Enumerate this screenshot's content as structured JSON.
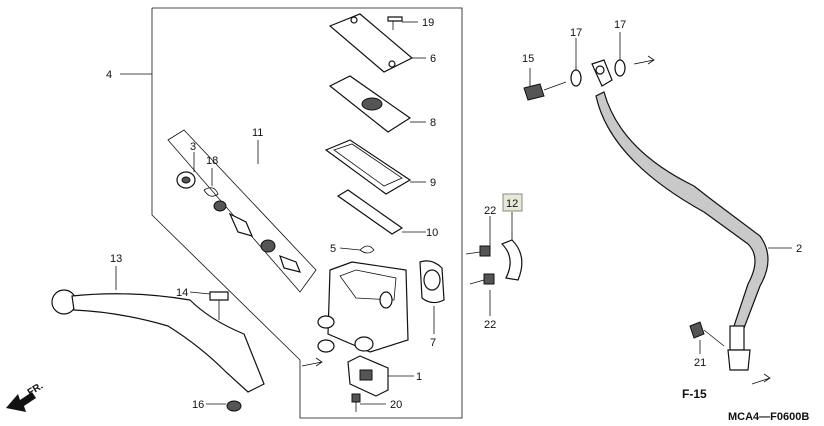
{
  "diagram_code": "MCA4—F0600B",
  "page_ref": "F-15",
  "direction_label": "FR.",
  "callouts": {
    "c1": "1",
    "c2": "2",
    "c3": "3",
    "c4": "4",
    "c5": "5",
    "c6": "6",
    "c7": "7",
    "c8": "8",
    "c9": "9",
    "c10": "10",
    "c11": "11",
    "c12": "12",
    "c13": "13",
    "c14": "14",
    "c15": "15",
    "c16": "16",
    "c17a": "17",
    "c17b": "17",
    "c18": "18",
    "c19": "19",
    "c20": "20",
    "c21": "21",
    "c22a": "22",
    "c22b": "22"
  },
  "highlight_color": "#e8e8d8"
}
